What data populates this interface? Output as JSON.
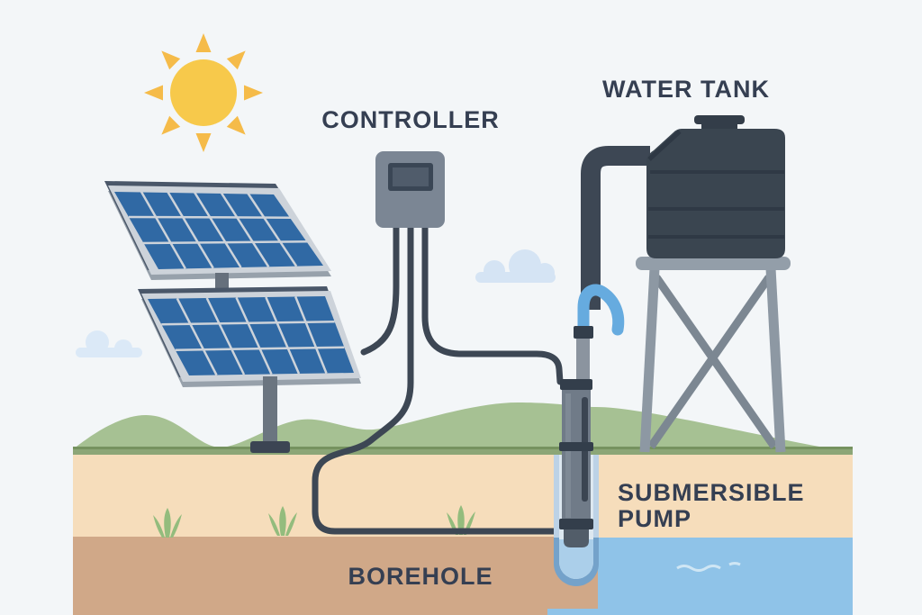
{
  "diagram": {
    "type": "solar-water-pumping-system",
    "labels": {
      "controller": "CONTROLLER",
      "water_tank": "WATER TANK",
      "submersible_pump_line1": "SUBMERSIBLE",
      "submersible_pump_line2": "PUMP",
      "borehole": "BOREHOLE"
    },
    "components": [
      {
        "name": "sun-icon"
      },
      {
        "name": "cloud-icon",
        "count": 2
      },
      {
        "name": "solar-panel",
        "count": 2,
        "cells": "6x3"
      },
      {
        "name": "panel-pole"
      },
      {
        "name": "controller-box",
        "cables": 3
      },
      {
        "name": "water-tank"
      },
      {
        "name": "tank-stand"
      },
      {
        "name": "water-pipe"
      },
      {
        "name": "water-spout"
      },
      {
        "name": "submersible-pump"
      },
      {
        "name": "borehole-tube"
      },
      {
        "name": "groundwater"
      },
      {
        "name": "grass-tuft",
        "count": 3
      },
      {
        "name": "hills"
      }
    ],
    "colors": {
      "sky": "#f3f6f8",
      "sun": "#f7c94b",
      "sun_rays": "#f5bb49",
      "cloud": "#d5e4f4",
      "panel_cell_blue": "#3069a4",
      "panel_frame": "#cdd3da",
      "hill_green": "#a6c193",
      "sod_green": "#8ca677",
      "soil_top_tan": "#f6ddbb",
      "soil_deep_brown": "#d0a888",
      "groundwater_blue": "#8fc3e8",
      "tank_dark": "#3a4550",
      "stand_gray": "#8d98a3",
      "cable_dark": "#3d4754",
      "pump_gray": "#707b88",
      "spout_blue": "#66abdf",
      "label_text": "#353f52"
    }
  }
}
